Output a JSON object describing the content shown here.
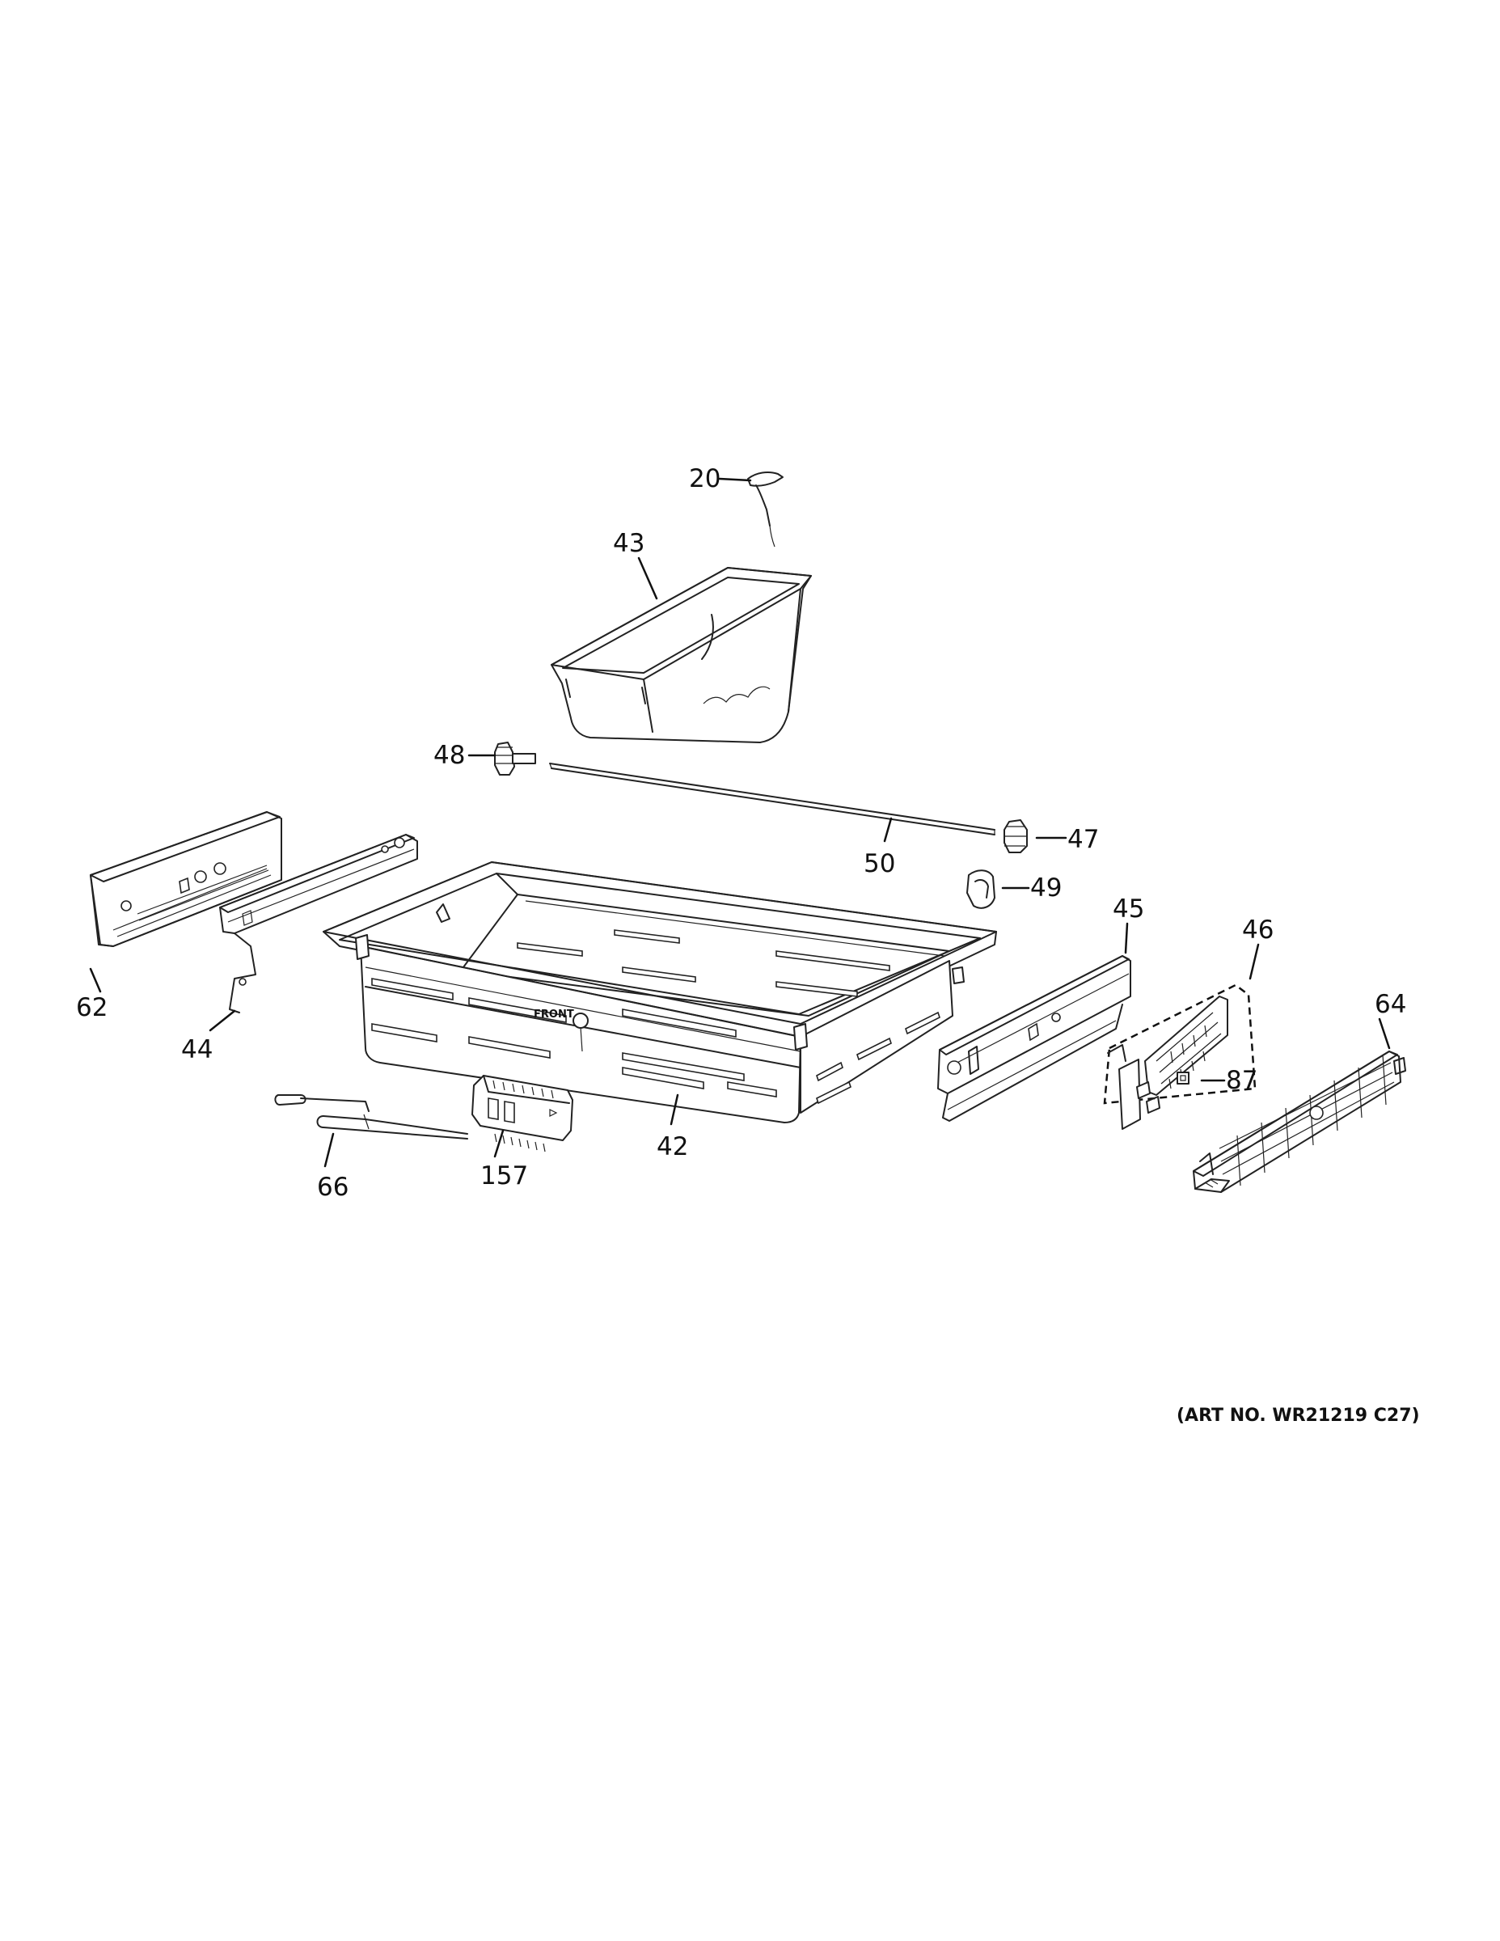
{
  "art_number": "(ART NO. WR21219 C27)",
  "front_stamp": "FRONT",
  "callouts": {
    "c20": "20",
    "c43": "43",
    "c48": "48",
    "c47": "47",
    "c50": "50",
    "c49": "49",
    "c45": "45",
    "c46": "46",
    "c62": "62",
    "c44": "44",
    "c64": "64",
    "c87": "87",
    "c42": "42",
    "c66": "66",
    "c157": "157"
  }
}
